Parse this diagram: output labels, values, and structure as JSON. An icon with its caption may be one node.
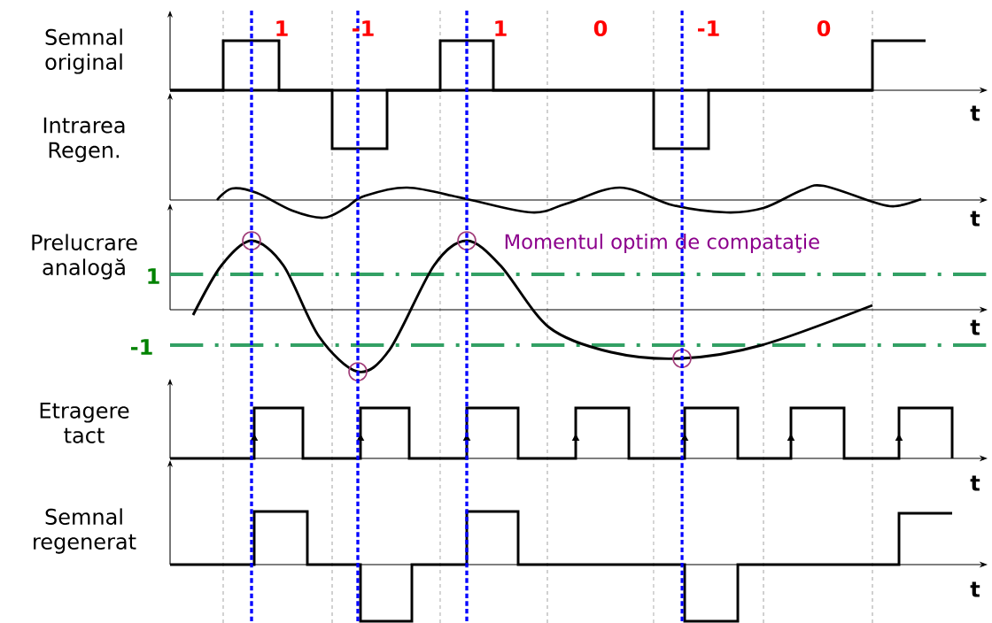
{
  "diagram": {
    "labels": [
      "Semnal original",
      "1",
      "-1",
      "1",
      "0",
      "-1",
      "0",
      "t",
      "Intrarea Regen.",
      "t",
      "Prelucrare analogă",
      "Momentul optim de compataţie",
      "1",
      "t",
      "-1",
      "Etragere tact",
      "t",
      "Semnal regenerat",
      "t"
    ]
  }
}
